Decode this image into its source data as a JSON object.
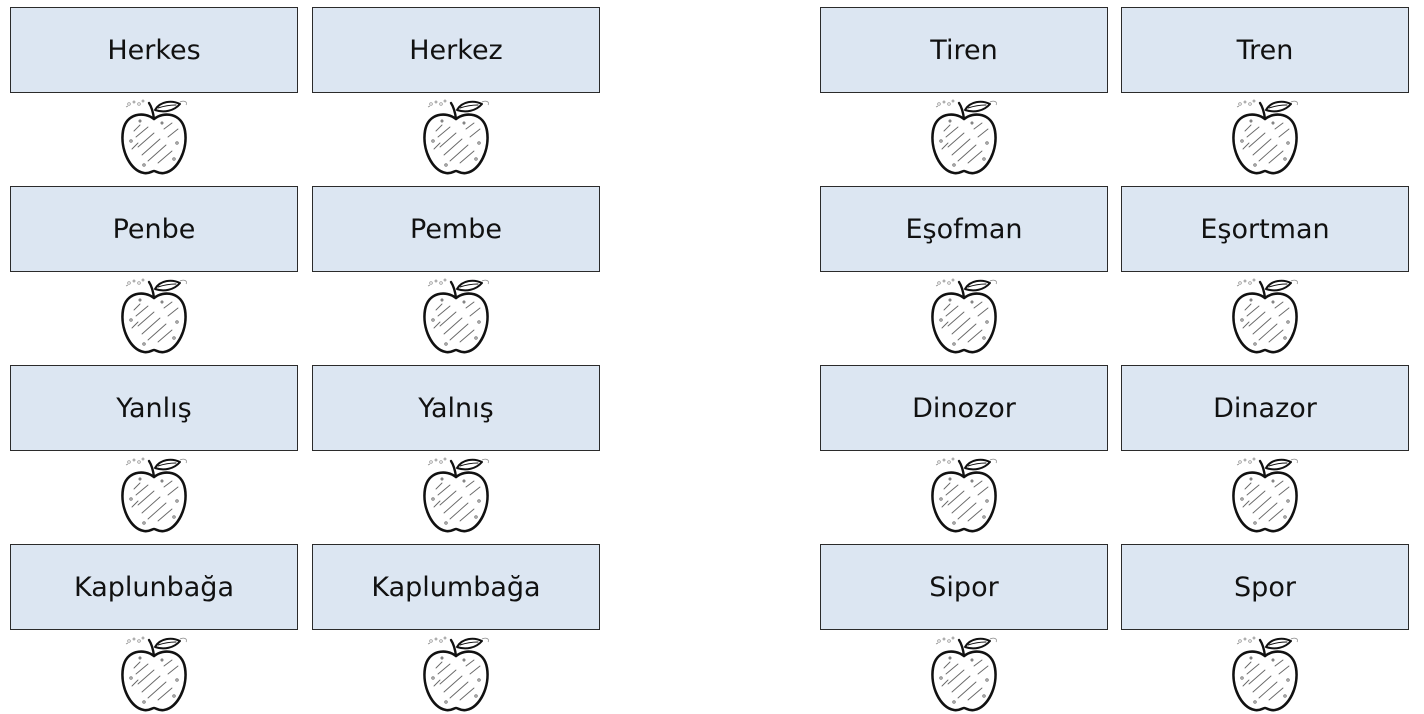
{
  "pairs": [
    {
      "left": "Herkes",
      "right": "Herkez"
    },
    {
      "left": "Penbe",
      "right": "Pembe"
    },
    {
      "left": "Yanlış",
      "right": "Yalnış"
    },
    {
      "left": "Kaplunbağa",
      "right": "Kaplumbağa"
    },
    {
      "left": "Tiren",
      "right": "Tren"
    },
    {
      "left": "Eşofman",
      "right": "Eşortman"
    },
    {
      "left": "Dinozor",
      "right": "Dinazor"
    },
    {
      "left": "Sipor",
      "right": "Spor"
    }
  ],
  "colors": {
    "box_fill": "#dce6f2",
    "box_border": "#2b2b2b",
    "text": "#111111"
  },
  "icons": {
    "under_each_word": "apple-icon"
  }
}
